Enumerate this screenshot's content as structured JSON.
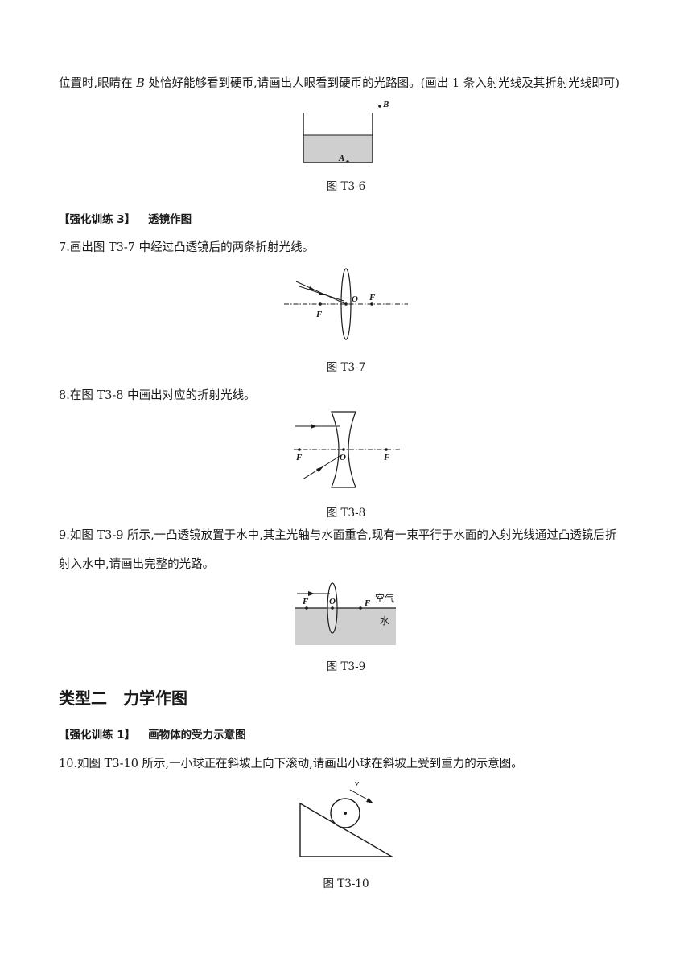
{
  "q6_tail": {
    "pre": "位置时,眼睛在 ",
    "var": "B",
    "post": " 处恰好能够看到硬币,请画出人眼看到硬币的光路图。(画出 1 条入射光线及其折射光线即可)"
  },
  "fig_t3_6": {
    "caption": "图 T3-6",
    "label_a": "A",
    "label_b": "B"
  },
  "section_lens": {
    "bracket": "【强化训练 3】",
    "title": "透镜作图"
  },
  "q7": {
    "text": "7.画出图 T3-7 中经过凸透镜后的两条折射光线。"
  },
  "fig_t3_7": {
    "caption": "图 T3-7",
    "label_o": "O",
    "label_f1": "F",
    "label_f2": "F"
  },
  "q8": {
    "text": "8.在图 T3-8 中画出对应的折射光线。"
  },
  "fig_t3_8": {
    "caption": "图 T3-8",
    "label_o": "O",
    "label_f1": "F",
    "label_f2": "F"
  },
  "q9": {
    "line1": "9.如图 T3-9 所示,一凸透镜放置于水中,其主光轴与水面重合,现有一束平行于水面的入射光线通过凸透镜后折",
    "line2": "射入水中,请画出完整的光路。"
  },
  "fig_t3_9": {
    "caption": "图 T3-9",
    "label_f1": "F",
    "label_o": "O",
    "label_f2": "F",
    "label_air": "空气",
    "label_water": "水"
  },
  "type2": {
    "title": "类型二　力学作图"
  },
  "section_force": {
    "bracket": "【强化训练 1】",
    "title": "画物体的受力示意图"
  },
  "q10": {
    "text": "10.如图 T3-10 所示,一小球正在斜坡上向下滚动,请画出小球在斜坡上受到重力的示意图。"
  },
  "fig_t3_10": {
    "caption": "图 T3-10",
    "label_v": "v"
  }
}
